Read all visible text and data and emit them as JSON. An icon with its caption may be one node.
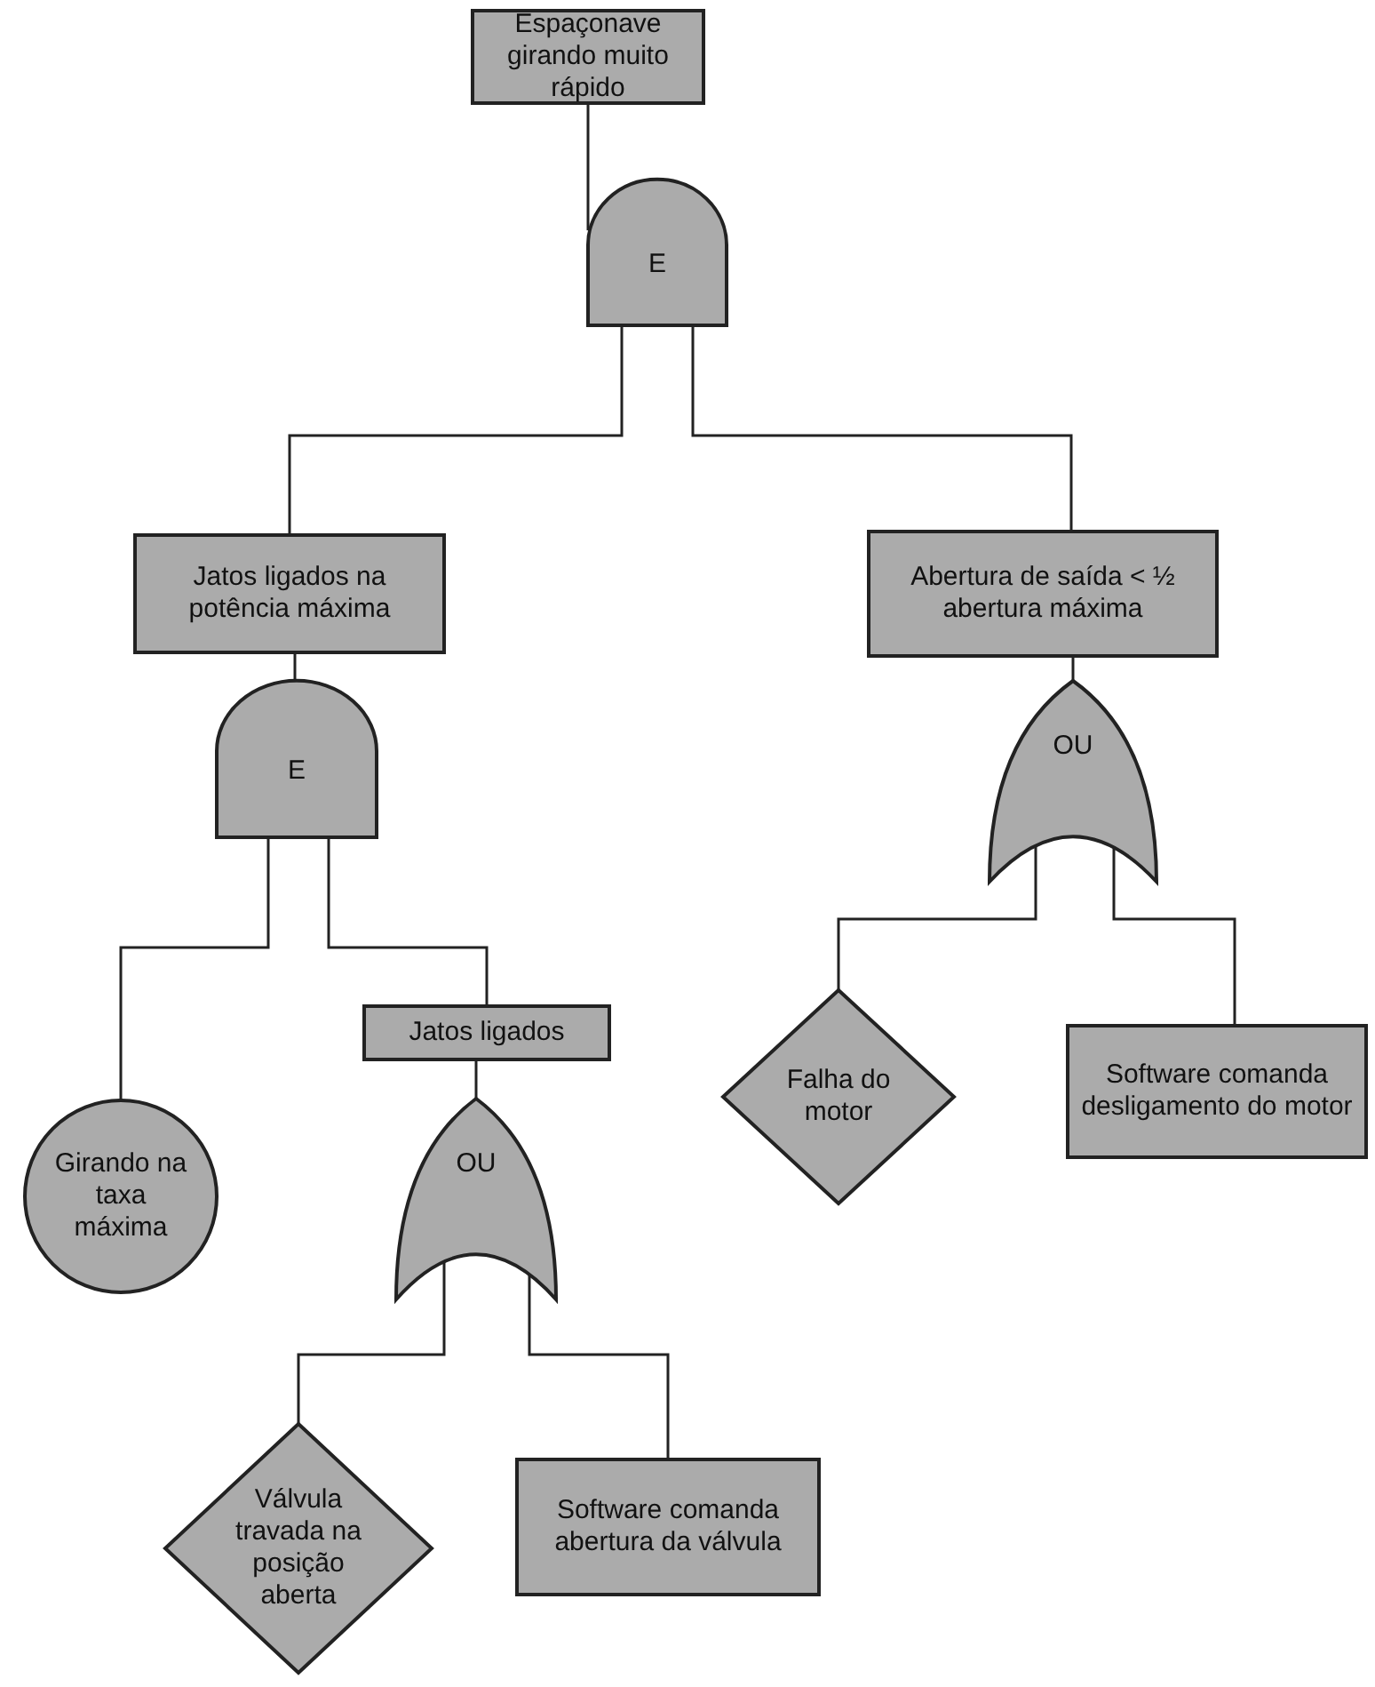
{
  "diagram": {
    "nodes": [
      {
        "text": [
          "Espaçonave girando muito rápido"
        ]
      },
      {
        "text": [
          "E"
        ]
      },
      {
        "text": [
          "Jatos ligados na potência máxima"
        ]
      },
      {
        "text": [
          "Abertura de saída < ½ abertura máxima"
        ]
      },
      {
        "text": [
          "E"
        ]
      },
      {
        "text": [
          "OU"
        ]
      },
      {
        "text": [
          "Girando na taxa máxima"
        ]
      },
      {
        "text": [
          "Jatos ligados"
        ]
      },
      {
        "text": [
          "OU"
        ]
      },
      {
        "text": [
          "Válvula travada na posição aberta"
        ]
      },
      {
        "text": [
          "Software comanda abertura da válvula"
        ]
      },
      {
        "text": [
          "Falha do motor"
        ]
      },
      {
        "text": [
          "Software comanda desligamento do motor"
        ]
      }
    ],
    "edges": [
      {
        "from": 0,
        "to": 1,
        "arrow": "none"
      },
      {
        "from": 1,
        "to": 2,
        "arrow": "none"
      },
      {
        "from": 1,
        "to": 3,
        "arrow": "none"
      },
      {
        "from": 2,
        "to": 4,
        "arrow": "none"
      },
      {
        "from": 3,
        "to": 5,
        "arrow": "none"
      },
      {
        "from": 4,
        "to": 6,
        "arrow": "none"
      },
      {
        "from": 4,
        "to": 7,
        "arrow": "none"
      },
      {
        "from": 7,
        "to": 8,
        "arrow": "none"
      },
      {
        "from": 8,
        "to": 9,
        "arrow": "none"
      },
      {
        "from": 8,
        "to": 10,
        "arrow": "none"
      },
      {
        "from": 5,
        "to": 11,
        "arrow": "none"
      },
      {
        "from": 5,
        "to": 12,
        "arrow": "none"
      }
    ]
  }
}
